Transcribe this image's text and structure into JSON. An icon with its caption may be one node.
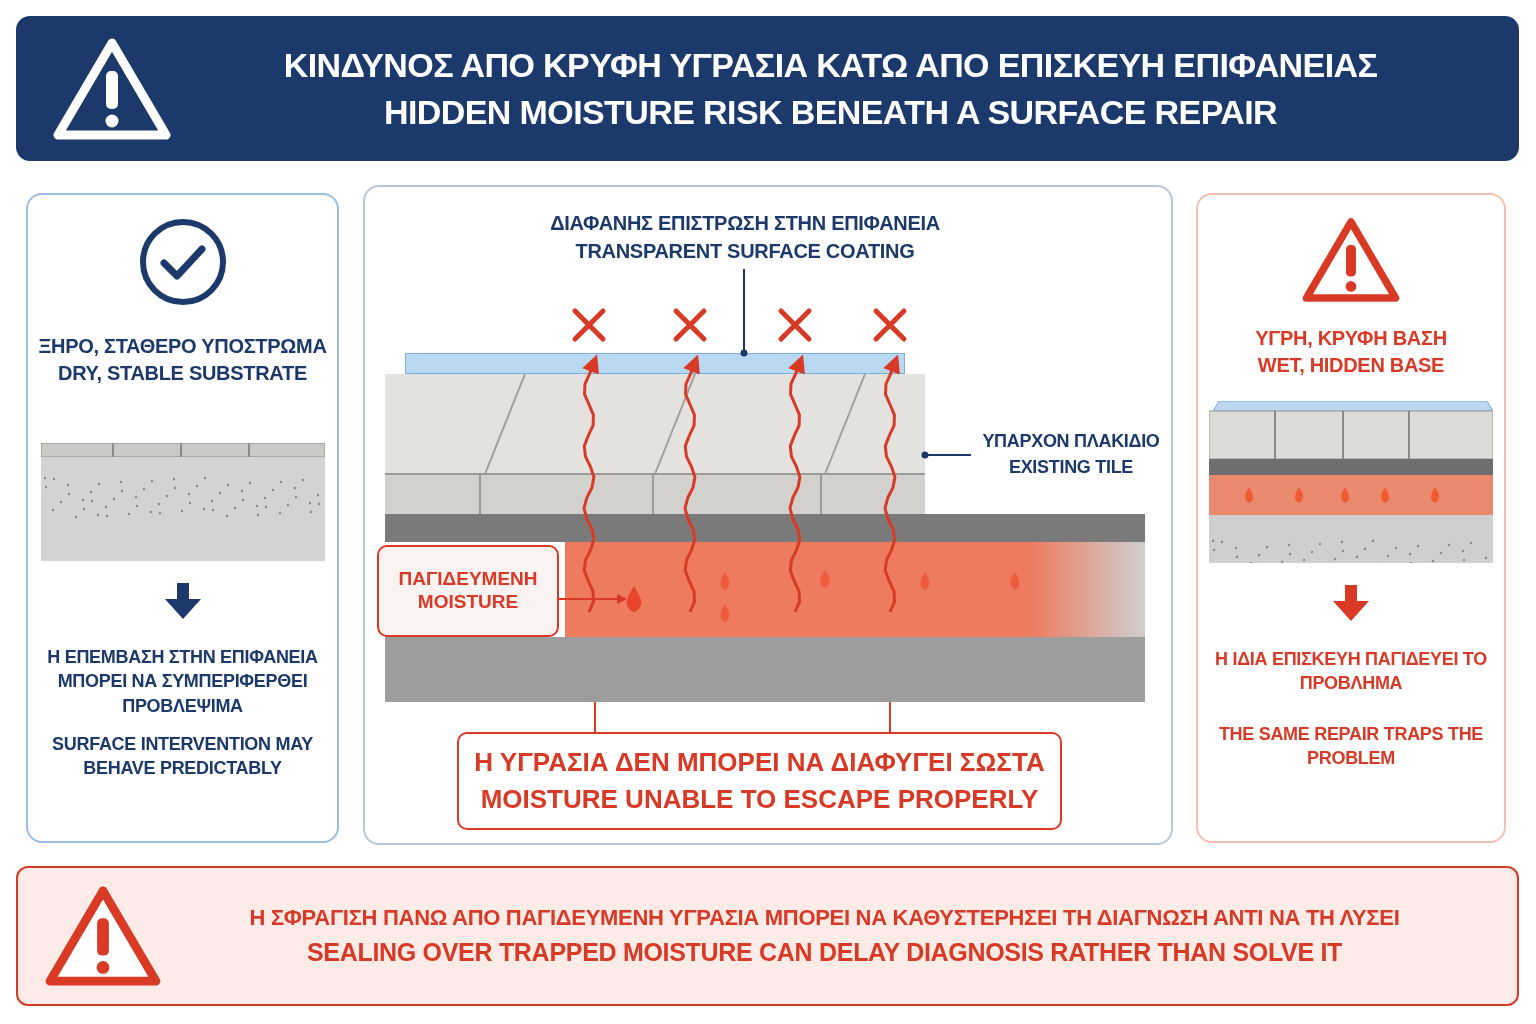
{
  "diagram": {
    "nodes": [
      {
        "text": [
          "ΚΙΝΔΥΝΟΣ ΑΠΟ ΚΡΥΦΗ ΥΓΡΑΣΙΑ ΚΑΤΩ ΑΠΟ ΕΠΙΣΚΕΥΗ ΕΠΙΦΑΝΕΙΑΣ",
          "HIDDEN MOISTURE RISK BENEATH A SURFACE REPAIR"
        ]
      },
      {
        "text": [
          "ΞΗΡΟ, ΣΤΑΘΕΡΟ ΥΠΟΣΤΡΩΜΑ",
          "DRY, STABLE SUBSTRATE",
          "Η ΕΠΕΜΒΑΣΗ ΣΤΗΝ ΕΠΙΦΑΝΕΙΑ ΜΠΟΡΕΙ ΝΑ ΣΥΜΠΕΡΙΦΕΡΘΕΙ ΠΡΟΒΛΕΨΙΜΑ",
          "SURFACE INTERVENTION MAY BEHAVE PREDICTABLY"
        ]
      },
      {
        "text": [],
        "shape": "box"
      },
      {
        "text": [
          "ΔΙΑΦΑΝΗΣ ΕΠΙΣΤΡΩΣΗ ΣΤΗΝ ΕΠΙΦΑΝΕΙΑ",
          "TRANSPARENT SURFACE COATING"
        ],
        "in": 2
      },
      {
        "text": [],
        "shape": "bar",
        "in": 2
      },
      {
        "text": [
          "ΥΠΑΡΧΟΝ ΠΛΑΚΙΔΙΟ",
          "EXISTING TILE"
        ],
        "in": 2
      },
      {
        "text": [],
        "shape": "bar",
        "in": 2
      },
      {
        "text": [],
        "shape": "bar",
        "in": 2
      },
      {
        "text": [
          "ΠΑΓΙΔΕΥΜΕΝΗ MOISTURE"
        ],
        "in": 2
      },
      {
        "text": [],
        "shape": "bar",
        "in": 2
      },
      {
        "text": [],
        "shape": "drop",
        "in": 9
      },
      {
        "text": [],
        "shape": "bar",
        "in": 2
      },
      {
        "text": [
          "Η ΥΓΡΑΣΙΑ ΔΕΝ ΜΠΟΡΕΙ ΝΑ ΔΙΑΦΥΓΕΙ ΣΩΣΤΑ",
          "MOISTURE UNABLE TO ESCAPE PROPERLY"
        ],
        "in": 2
      },
      {
        "text": [
          "ΥΓΡΗ, ΚΡΥΦΗ ΒΑΣΗ",
          "WET, HIDDEN BASE",
          "Η ΙΔΙΑ ΕΠΙΣΚΕΥΗ ΠΑΓΙΔΕΥΕΙ ΤΟ ΠΡΟΒΛΗΜΑ",
          "THE SAME REPAIR TRAPS THE PROBLEM"
        ]
      },
      {
        "text": [
          "Η ΣΦΡΑΓΙΣΗ ΠΑΝΩ ΑΠΟ ΠΑΓΙΔΕΥΜΕΝΗ ΥΓΡΑΣΙΑ ΜΠΟΡΕΙ ΝΑ ΚΑΘΥΣΤΕΡΗΣΕΙ ΤΗ ΔΙΑΓΝΩΣΗ ΑΝΤΙ ΝΑ ΤΗ ΛΥΣΕΙ",
          "SEALING OVER TRAPPED MOISTURE CAN DELAY DIAGNOSIS RATHER THAN SOLVE IT"
        ]
      }
    ],
    "edges": [
      {
        "from": 3,
        "to": 4,
        "arrow": "other",
        "color": "#1b3a6b"
      },
      {
        "from": 5,
        "to": 6,
        "arrow": "other",
        "color": "#1b3a6b"
      },
      {
        "from": 8,
        "to": 10,
        "arrow": "to",
        "color": "#d93a26"
      },
      {
        "from": 12,
        "to": 11,
        "arrow": "none",
        "color": "#d93a26"
      },
      {
        "from": 12,
        "to": 11,
        "arrow": "none",
        "color": "#d93a26"
      }
    ]
  }
}
